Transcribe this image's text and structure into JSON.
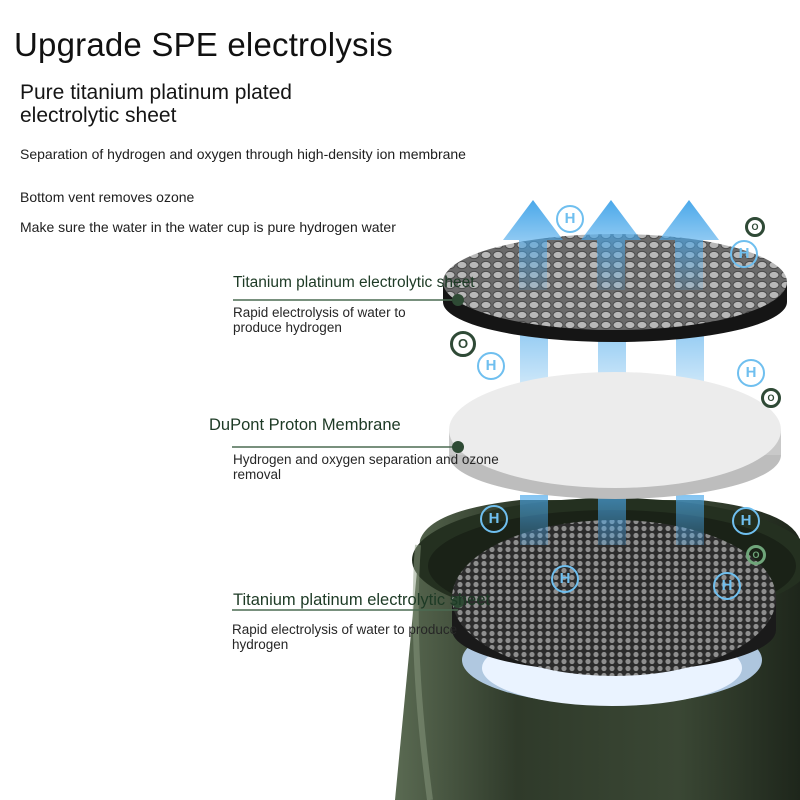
{
  "title": "Upgrade SPE electrolysis",
  "subtitle": "Pure titanium platinum plated electrolytic sheet",
  "features": [
    "Separation of hydrogen and oxygen through high-density ion membrane",
    "Bottom vent removes ozone",
    "Make sure the water in the water cup is pure hydrogen water"
  ],
  "layers": [
    {
      "title": "Titanium platinum electrolytic sheet",
      "desc": "Rapid electrolysis of water to produce hydrogen"
    },
    {
      "title": "DuPont Proton Membrane",
      "desc": "Hydrogen and oxygen separation and ozone removal"
    },
    {
      "title": "Titanium platinum electrolytic sheet",
      "desc": "Rapid electrolysis of water to produce hydrogen"
    }
  ],
  "symbols": {
    "hydrogen": "H",
    "oxygen": "O"
  },
  "colors": {
    "arrow": "#5fb4ee",
    "cup_body": "#3c4a35",
    "leader": "#2e4a34",
    "membrane": "#e4e4e4",
    "sheet": "#2a2a2a"
  }
}
